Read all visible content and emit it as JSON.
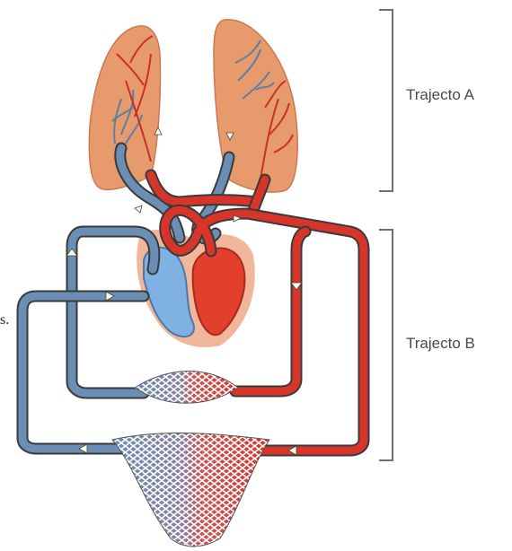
{
  "labels": {
    "trajecto_a": "Trajecto A",
    "trajecto_b": "Trajecto B",
    "cut_text": "s."
  },
  "colors": {
    "artery": "#d8352a",
    "vein": "#6b8fb4",
    "vessel_outline": "#3a3a3a",
    "lung_fill": "#e79a6c",
    "heart_background": "#f2b79a",
    "heart_right": "#7fb2e3",
    "heart_left": "#e2402c",
    "bracket": "#6f6f6f",
    "label_text": "#4a4a4a"
  }
}
